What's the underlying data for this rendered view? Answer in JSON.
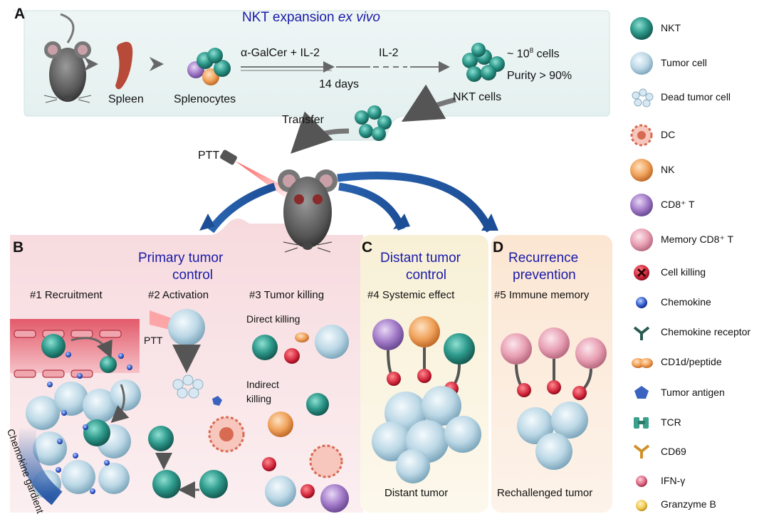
{
  "panelA": {
    "letter": "A",
    "title": "NKT expansion ",
    "title_italic": "ex vivo",
    "spleen": "Spleen",
    "splenocytes": "Splenocytes",
    "step1": "α-GalCer + IL-2",
    "step2": "IL-2",
    "duration": "14 days",
    "cells_count_pre": "~ 10",
    "cells_count_sup": "8",
    "cells_count_post": " cells",
    "purity": "Purity > 90%",
    "nkt_cells": "NKT cells",
    "transfer": "Transfer",
    "ptt": "PTT"
  },
  "panelB": {
    "letter": "B",
    "title_line1": "Primary tumor",
    "title_line2": "control",
    "step1": "#1 Recruitment",
    "step2": "#2 Activation",
    "step3": "#3 Tumor killing",
    "ptt": "PTT",
    "direct": "Direct killing",
    "indirect_line1": "Indirect",
    "indirect_line2": "killing",
    "gradient": "Chemokine gardient"
  },
  "panelC": {
    "letter": "C",
    "title_line1": "Distant tumor",
    "title_line2": "control",
    "step": "#4 Systemic effect",
    "caption": "Distant tumor"
  },
  "panelD": {
    "letter": "D",
    "title_line1": "Recurrence",
    "title_line2": "prevention",
    "step": "#5 Immune memory",
    "caption": "Rechallenged tumor"
  },
  "legend": [
    {
      "icon": "nkt-cell-icon",
      "label": "NKT"
    },
    {
      "icon": "tumor-cell-icon",
      "label": "Tumor cell"
    },
    {
      "icon": "dead-tumor-cell-icon",
      "label": "Dead tumor cell"
    },
    {
      "icon": "dc-icon",
      "label": "DC"
    },
    {
      "icon": "nk-cell-icon",
      "label": "NK"
    },
    {
      "icon": "cd8-t-cell-icon",
      "label": "CD8⁺ T"
    },
    {
      "icon": "memory-cd8-t-cell-icon",
      "label": "Memory CD8⁺ T"
    },
    {
      "icon": "cell-killing-icon",
      "label": "Cell killing"
    },
    {
      "icon": "chemokine-icon",
      "label": "Chemokine"
    },
    {
      "icon": "chemokine-receptor-icon",
      "label": "Chemokine receptor"
    },
    {
      "icon": "cd1d-peptide-icon",
      "label": "CD1d/peptide"
    },
    {
      "icon": "tumor-antigen-icon",
      "label": "Tumor antigen"
    },
    {
      "icon": "tcr-icon",
      "label": "TCR"
    },
    {
      "icon": "cd69-icon",
      "label": "CD69"
    },
    {
      "icon": "ifn-gamma-icon",
      "label": "IFN-γ"
    },
    {
      "icon": "granzyme-b-icon",
      "label": "Granzyme B"
    }
  ],
  "colors": {
    "nkt": "#2e9a8c",
    "tumor": "#bcd8e6",
    "nk": "#f0a25a",
    "cd8": "#a27ac8",
    "memory": "#e8a0b4",
    "killing": "#d0243a",
    "title_blue": "#1a1aa8"
  }
}
